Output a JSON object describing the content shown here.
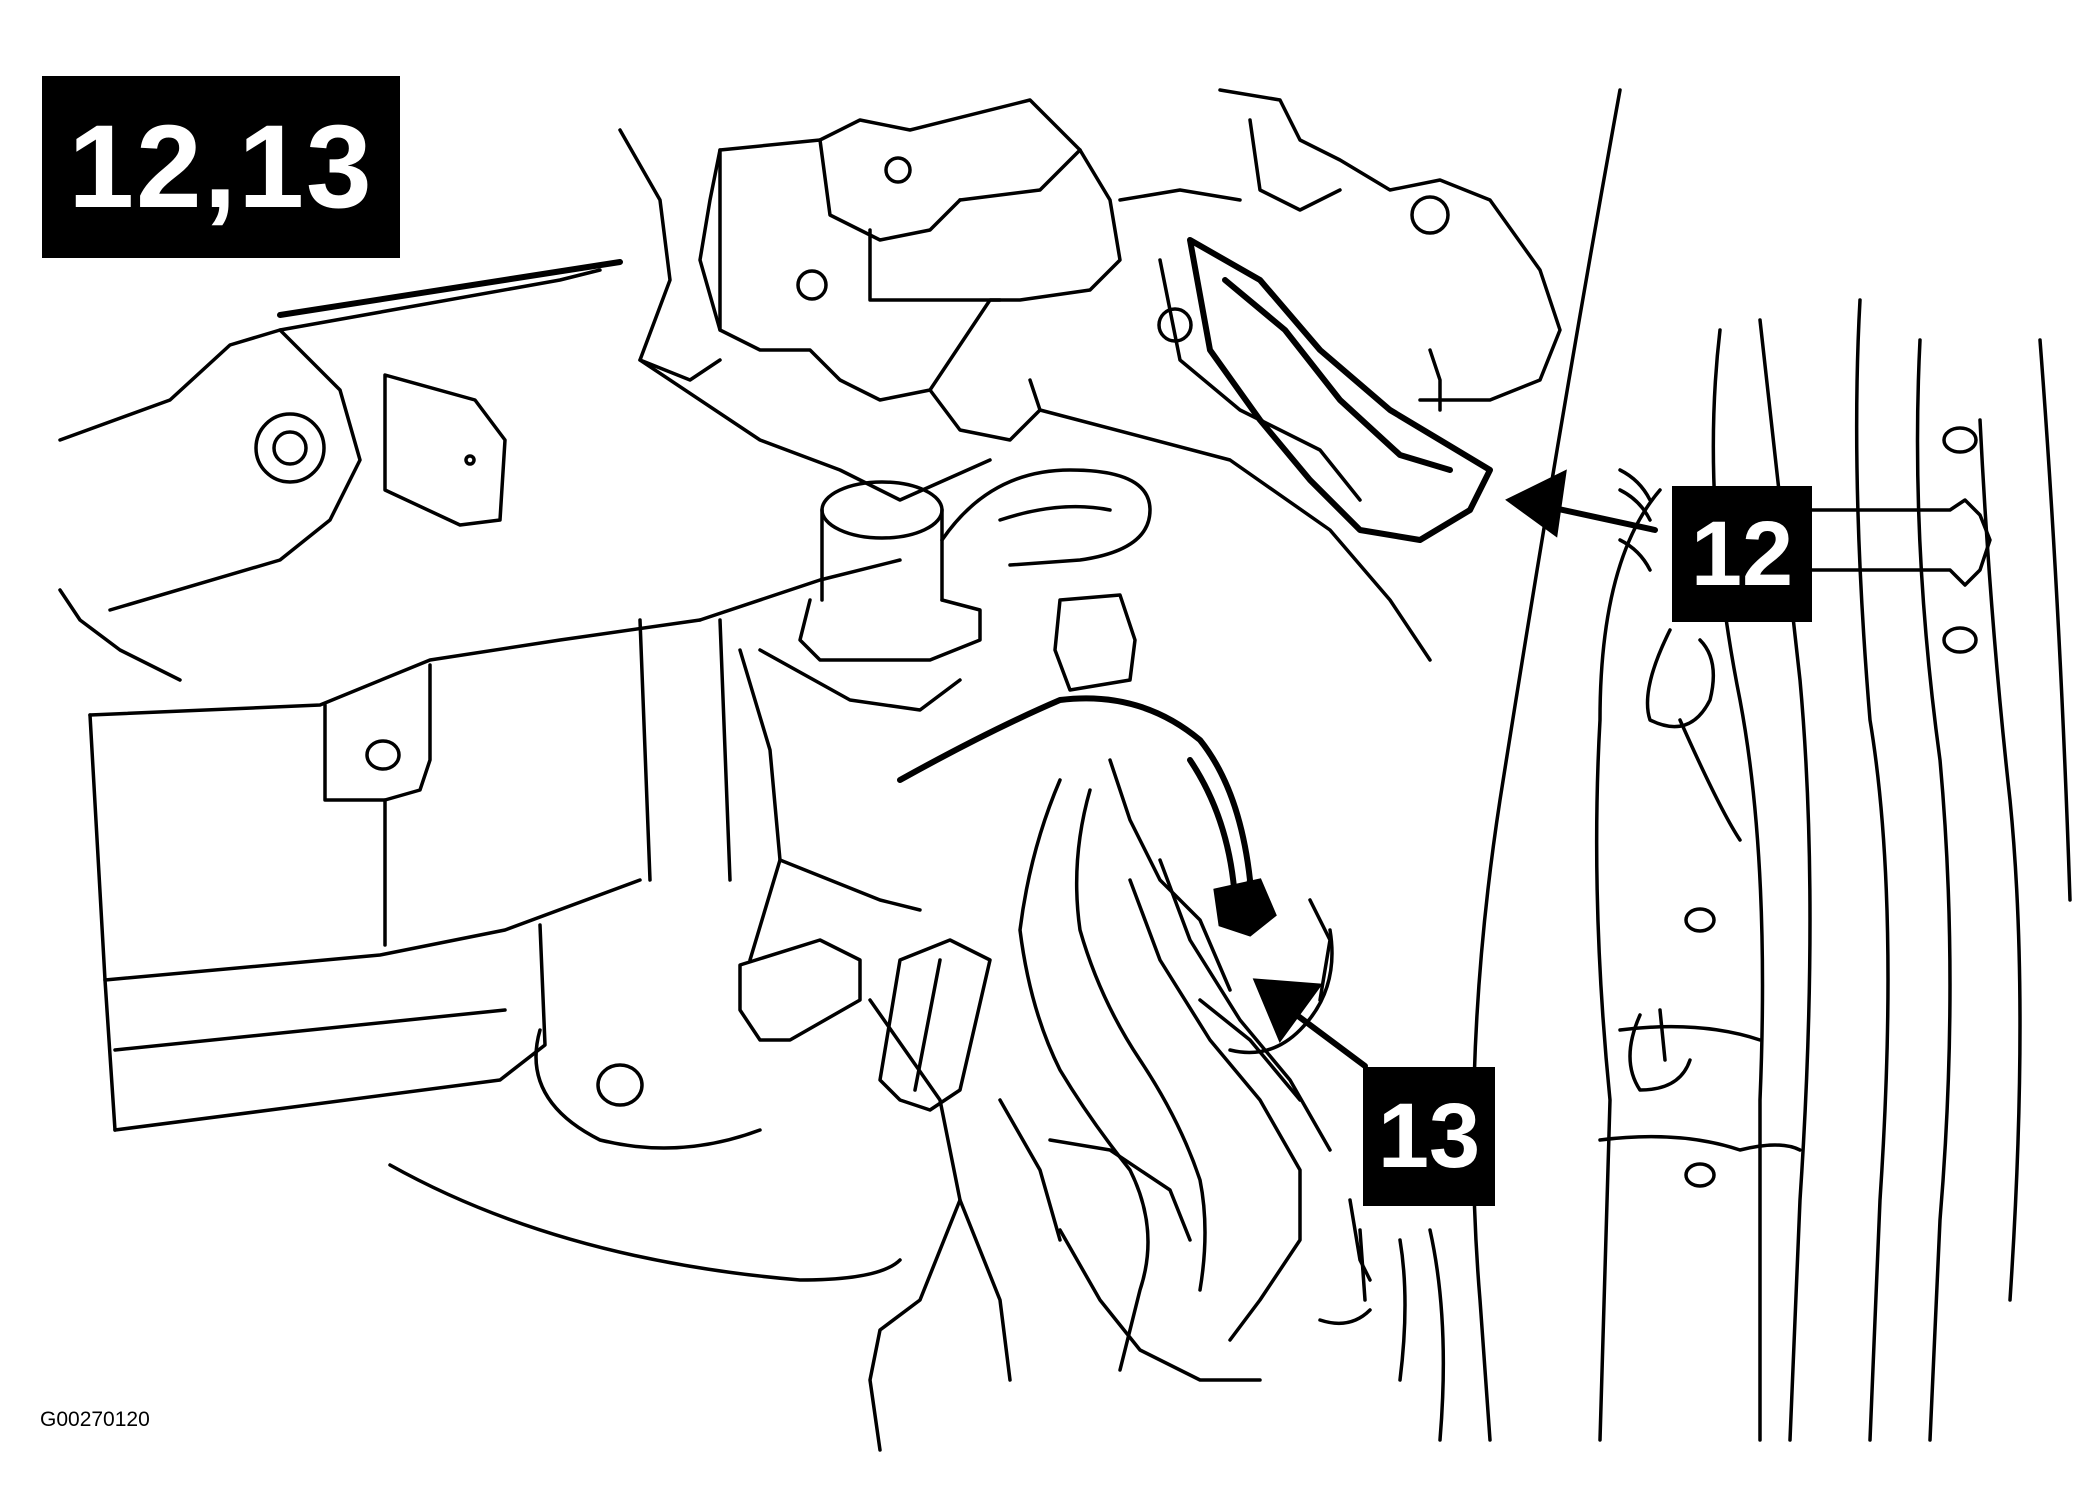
{
  "diagram": {
    "step_label": "12,13",
    "callouts": [
      "12",
      "13"
    ],
    "figure_id": "G00270120",
    "icons": [
      "arrow-icon"
    ]
  }
}
